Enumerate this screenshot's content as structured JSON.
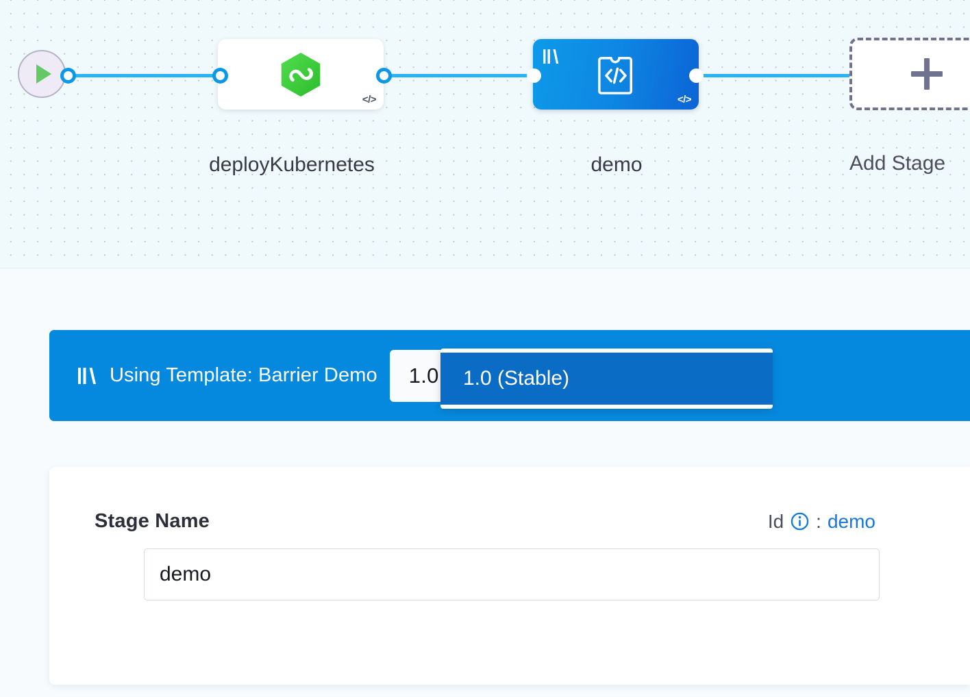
{
  "canvas": {
    "start_node": {
      "icon": "play-icon",
      "name": "pipeline-start"
    },
    "nodes": [
      {
        "id": "deployKubernetes",
        "label": "deployKubernetes",
        "icon": "harness-cd-hexagon-icon",
        "code_badge": "</>",
        "selected": false,
        "templated": false
      },
      {
        "id": "demo",
        "label": "demo",
        "icon": "template-puzzle-code-icon",
        "code_badge": "</>",
        "selected": true,
        "templated": true
      }
    ],
    "add_stage": {
      "label": "Add Stage",
      "icon": "plus-icon"
    },
    "colors": {
      "wire": "#2ab4f5",
      "port_ring": "#0c97e8",
      "selected_node": "#0e86e3",
      "canvas_bg": "#f0f9fb"
    }
  },
  "template_banner": {
    "icon": "template-library-icon",
    "text": "Using Template: Barrier Demo",
    "bg_color": "#0589de",
    "version_dropdown": {
      "value": "1.0",
      "badge": "STABLE",
      "badge_bg": "#c8e8fb",
      "badge_color": "#0a7ad6",
      "chevron": "chevron-down-icon",
      "expanded": true,
      "options": [
        {
          "label": "1.0 (Stable)",
          "selected": true
        }
      ]
    }
  },
  "stage_form": {
    "name_label": "Stage Name",
    "id_label": "Id",
    "id_separator": ":",
    "id_value": "demo",
    "info_icon": "info-circle-icon",
    "name_input": {
      "value": "demo",
      "placeholder": "Stage Name"
    }
  }
}
